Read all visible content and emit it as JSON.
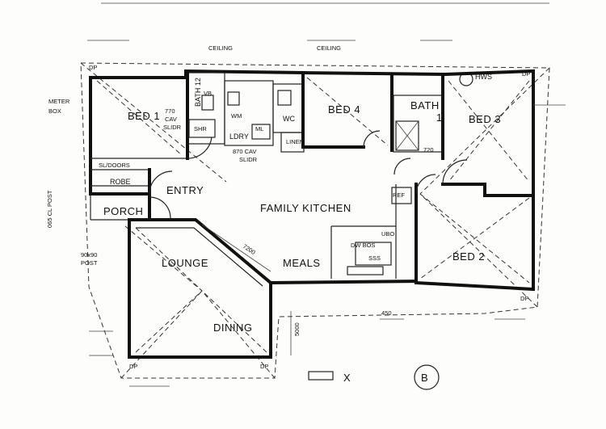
{
  "plan": {
    "rooms": {
      "bed1": "BED 1",
      "bath12": "BATH 12",
      "bed4": "BED 4",
      "bath1": "BATH",
      "bath1_num": "1",
      "bed3": "BED 3",
      "bed2": "BED 2",
      "family_kitchen": "FAMILY  KITCHEN",
      "entry": "ENTRY",
      "porch": "PORCH",
      "lounge": "LOUNGE",
      "dining": "DINING",
      "meals": "MEALS",
      "ldry": "LDRY",
      "wc": "WC",
      "linen": "LINEN",
      "robe": "ROBE"
    },
    "notes": {
      "ceiling_left": "CEILING",
      "ceiling_mid": "CEILING",
      "meter": "METER",
      "box": "BOX",
      "hws": "HWS",
      "bed1_cav": "770",
      "bed1_cav2": "CAV",
      "bed1_cav3": "SLIDR",
      "shr": "SHR",
      "vb": "VB",
      "wm": "WM",
      "ml": "ML",
      "ldry_cav": "870 CAV",
      "ldry_cav2": "SLIDR",
      "sl_doors": "SL/DOORS",
      "cl_post": "065 CL POST",
      "post_90": "90x90",
      "post_90b": "POST",
      "dim_7200": "7200",
      "dim_720": "720",
      "ref": "REF",
      "ubo": "UBO",
      "dwbos": "DW BOS",
      "sss": "SSS",
      "dim_450": "450",
      "dp1": "DP",
      "dp2": "DP",
      "dp3": "DP",
      "dp4": "DP",
      "dp5": "DP",
      "dim_5000": "5000",
      "x_mark": "X",
      "section": "B"
    }
  }
}
